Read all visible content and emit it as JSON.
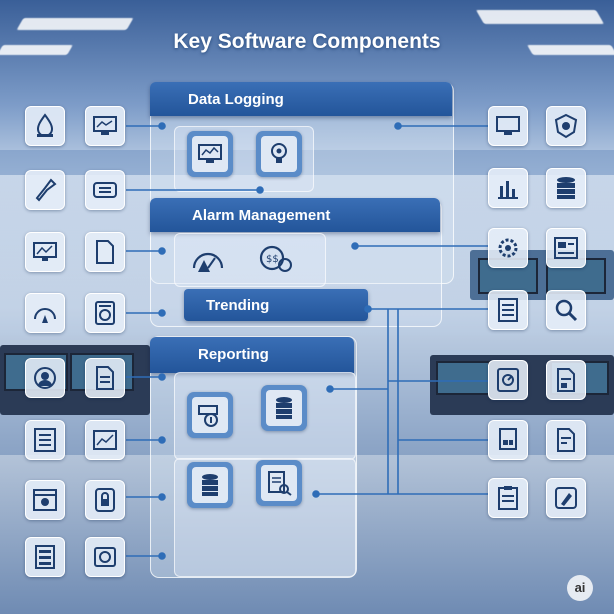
{
  "title": "Key Software Components",
  "sections": {
    "data_logging": "Data Logging",
    "alarm_management": "Alarm Management",
    "trending": "Trending",
    "reporting": "Reporting"
  },
  "badge": "ai",
  "colors": {
    "accent": "#2a5ea6",
    "connector": "#2f6db7",
    "tile": "#5b8cc8"
  },
  "left_icons": [
    "water-drop-sensor-icon",
    "monitor-chart-icon",
    "wrench-tool-icon",
    "transfer-arrows-icon",
    "monitor-graph-icon",
    "document-icon",
    "gauge-alert-icon",
    "device-settings-icon",
    "user-target-icon",
    "document-list-icon",
    "checklist-icon",
    "image-chart-icon",
    "browser-lock-icon",
    "lock-badge-icon",
    "list-report-icon",
    "camera-box-icon"
  ],
  "right_icons": [
    "monitor-icon",
    "gear-shield-icon",
    "bar-chart-icon",
    "database-icon",
    "gear-icon",
    "layout-icon",
    "notes-icon",
    "magnifier-icon",
    "tablet-chart-icon",
    "report-icon",
    "files-icon",
    "document-chart-icon",
    "clipboard-icon",
    "pen-tool-icon"
  ]
}
